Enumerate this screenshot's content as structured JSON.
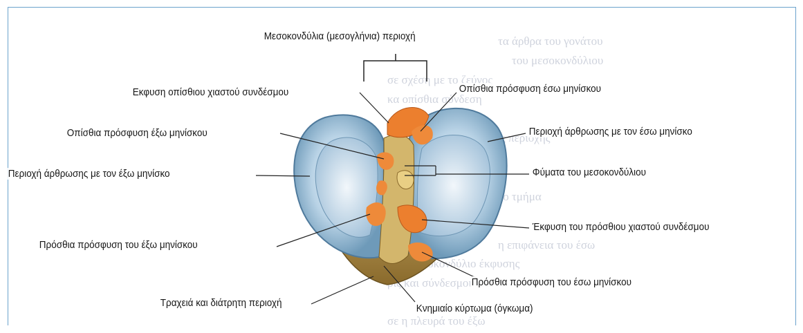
{
  "labels": {
    "intercondylar_area": "Μεσοκονδύλια (μεσογλήνια) περιοχή",
    "pcl_origin": "Εκφυση οπίσθιου χιαστού συνδέσμου",
    "posterior_medial_meniscus_attachment": "Οπίσθια πρόσφυση έσω μηνίσκου",
    "posterior_lateral_meniscus_attachment": "Οπίσθια πρόσφυση έξω μηνίσκου",
    "medial_meniscus_articulation_area": "Περιοχή άρθρωσης με τον έσω μηνίσκο",
    "lateral_meniscus_articulation_area": "Περιοχή άρθρωσης με τον έξω μηνίσκο",
    "intercondylar_tubercles": "Φύματα του μεσοκονδύλιου",
    "acl_origin": "Έκφυση του πρόσθιου χιαστού συνδέσμου",
    "anterior_lateral_meniscus_attachment": "Πρόσθια πρόσφυση του έξω μηνίσκου",
    "anterior_medial_meniscus_attachment": "Πρόσθια πρόσφυση του έσω μηνίσκου",
    "rough_perforated_area": "Τραχειά και διάτρητη περιοχή",
    "tibial_tuberosity": "Κνημιαίο κύρτωμα (όγκωμα)"
  },
  "background_text": [
    "τα άρθρα του γονάτου",
    "του μεσοκονδύλιου",
    "σε σχέση με το ζεύγος",
    "κα οπίσθια σύνδεση",
    "ν το οπίσθιο έκτασης της περιοχής",
    "ορίζεται το μεσοκονδύλιο τμήμα",
    "η επιφάνεια του έσω",
    "η το μεσοκονδύλιο έκφυσης",
    "ρις και σύνδεσμοι του",
    "σε η πλευρά του έξω"
  ],
  "colors": {
    "meniscus": "#b9d3e6",
    "meniscus_edge": "#5a86a8",
    "attachment": "#ec7f2e",
    "bone": "#c7a55a",
    "frame": "#6aa2cc"
  }
}
